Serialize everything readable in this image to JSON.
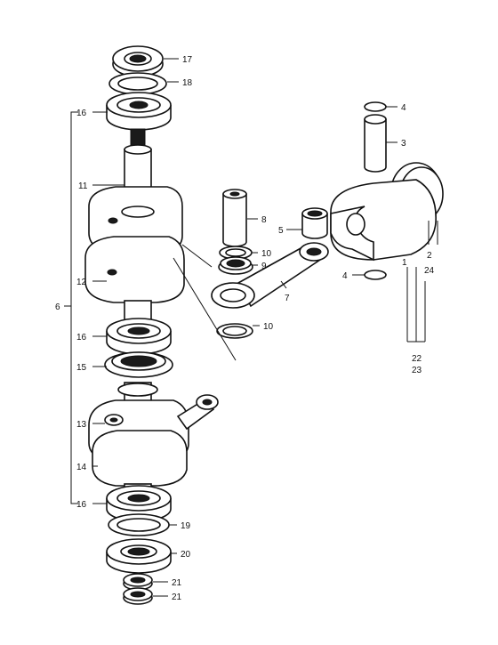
{
  "callouts": {
    "c17": "17",
    "c18": "18",
    "c16a": "16",
    "c11": "11",
    "c6": "6",
    "c12": "12",
    "c16b": "16",
    "c15": "15",
    "c13": "13",
    "c14": "14",
    "c16c": "16",
    "c19": "19",
    "c20": "20",
    "c21a": "21",
    "c21b": "21",
    "c4a": "4",
    "c3": "3",
    "c8": "8",
    "c10a": "10",
    "c9": "9",
    "c5": "5",
    "c7": "7",
    "c10b": "10",
    "c4b": "4",
    "c2": "2",
    "c24": "24",
    "c1": "1",
    "c22": "22",
    "c23": "23"
  }
}
